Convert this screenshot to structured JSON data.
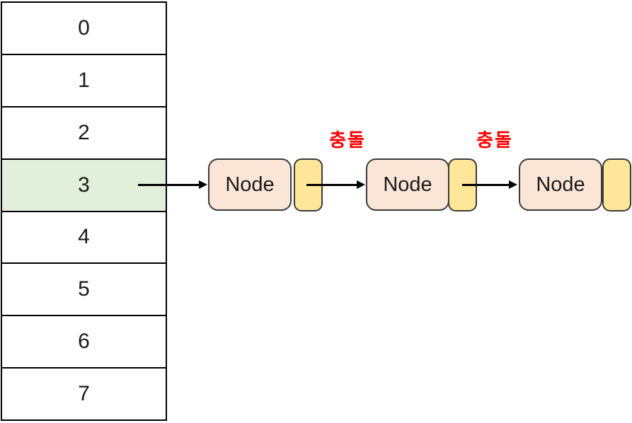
{
  "bucket_table": {
    "rows": [
      {
        "label": "0",
        "highlighted": false
      },
      {
        "label": "1",
        "highlighted": false
      },
      {
        "label": "2",
        "highlighted": false
      },
      {
        "label": "3",
        "highlighted": true
      },
      {
        "label": "4",
        "highlighted": false
      },
      {
        "label": "5",
        "highlighted": false
      },
      {
        "label": "6",
        "highlighted": false
      },
      {
        "label": "7",
        "highlighted": false
      }
    ],
    "highlighted_row_label": "3"
  },
  "chain": {
    "nodes": [
      {
        "label": "Node"
      },
      {
        "label": "Node"
      },
      {
        "label": "Node"
      }
    ],
    "collision_labels": [
      {
        "text": "충돌"
      },
      {
        "text": "충돌"
      }
    ]
  },
  "colors": {
    "highlight_green": "#E2EFDA",
    "node_fill": "#FBE5D6",
    "pointer_fill": "#FFE699",
    "shape_border": "#3B3B3B",
    "table_border": "#000000",
    "collision_text": "#FF0000",
    "arrow": "#000000",
    "background": "#FFFFFF"
  }
}
